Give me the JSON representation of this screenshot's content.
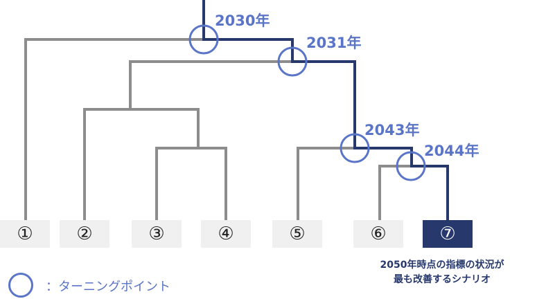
{
  "colors": {
    "gray": "#8c8c8c",
    "navy": "#26386c",
    "accent": "#5a74c8",
    "leaf_bg": "#f0f0f0"
  },
  "turning_points": [
    {
      "year": "2030年"
    },
    {
      "year": "2031年"
    },
    {
      "year": "2043年"
    },
    {
      "year": "2044年"
    }
  ],
  "scenarios": [
    "①",
    "②",
    "③",
    "④",
    "⑤",
    "⑥",
    "⑦"
  ],
  "best_scenario_note": [
    "2050年時点の指標の状況が",
    "最も改善するシナリオ"
  ],
  "legend": {
    "label": "：ターニングポイント",
    "icon": "circle-icon"
  }
}
